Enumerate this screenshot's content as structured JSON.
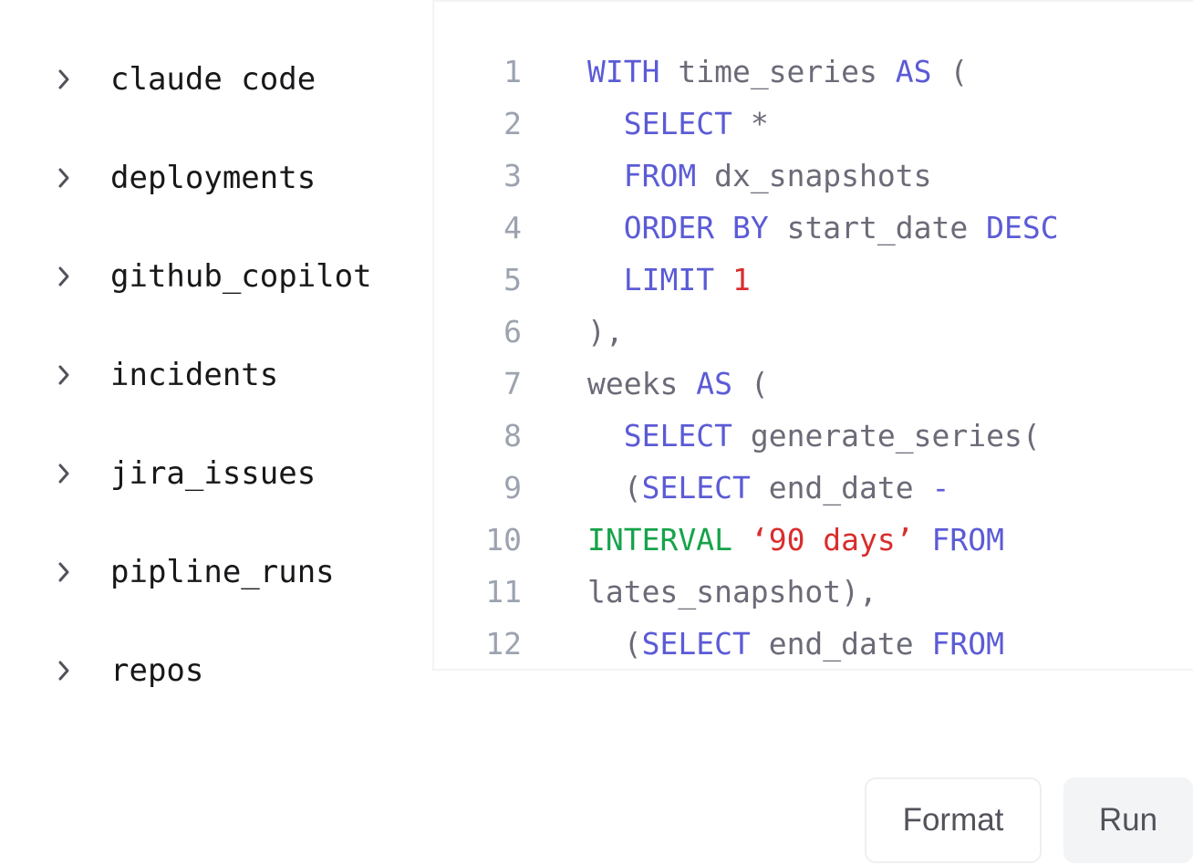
{
  "sidebar": {
    "items": [
      {
        "label": "claude code"
      },
      {
        "label": "deployments"
      },
      {
        "label": "github_copilot"
      },
      {
        "label": "incidents"
      },
      {
        "label": "jira_issues"
      },
      {
        "label": "pipline_runs"
      },
      {
        "label": "repos"
      }
    ]
  },
  "editor": {
    "lines": [
      {
        "n": "1",
        "tokens": [
          {
            "t": "WITH",
            "c": "kw"
          },
          {
            "t": " time_series ",
            "c": "plain"
          },
          {
            "t": "AS",
            "c": "kw"
          },
          {
            "t": " (",
            "c": "plain"
          }
        ]
      },
      {
        "n": "2",
        "tokens": [
          {
            "t": "  ",
            "c": "plain"
          },
          {
            "t": "SELECT",
            "c": "kw"
          },
          {
            "t": " *",
            "c": "plain"
          }
        ]
      },
      {
        "n": "3",
        "tokens": [
          {
            "t": "  ",
            "c": "plain"
          },
          {
            "t": "FROM",
            "c": "kw"
          },
          {
            "t": " dx_snapshots",
            "c": "plain"
          }
        ]
      },
      {
        "n": "4",
        "tokens": [
          {
            "t": "  ",
            "c": "plain"
          },
          {
            "t": "ORDER BY",
            "c": "kw"
          },
          {
            "t": " start_date ",
            "c": "plain"
          },
          {
            "t": "DESC",
            "c": "kw"
          }
        ]
      },
      {
        "n": "5",
        "tokens": [
          {
            "t": "  ",
            "c": "plain"
          },
          {
            "t": "LIMIT",
            "c": "kw"
          },
          {
            "t": " ",
            "c": "plain"
          },
          {
            "t": "1",
            "c": "num"
          }
        ]
      },
      {
        "n": "6",
        "tokens": [
          {
            "t": "),",
            "c": "plain"
          }
        ]
      },
      {
        "n": "7",
        "tokens": [
          {
            "t": "weeks ",
            "c": "plain"
          },
          {
            "t": "AS",
            "c": "kw"
          },
          {
            "t": " (",
            "c": "plain"
          }
        ]
      },
      {
        "n": "8",
        "tokens": [
          {
            "t": "  ",
            "c": "plain"
          },
          {
            "t": "SELECT",
            "c": "kw"
          },
          {
            "t": " generate_series(",
            "c": "plain"
          }
        ]
      },
      {
        "n": "9",
        "tokens": [
          {
            "t": "  (",
            "c": "plain"
          },
          {
            "t": "SELECT",
            "c": "kw"
          },
          {
            "t": " end_date ",
            "c": "plain"
          },
          {
            "t": "-",
            "c": "kw"
          }
        ]
      },
      {
        "n": "10",
        "tokens": [
          {
            "t": "INTERVAL",
            "c": "fn"
          },
          {
            "t": " ",
            "c": "plain"
          },
          {
            "t": "‘90 days’",
            "c": "str"
          },
          {
            "t": " ",
            "c": "plain"
          },
          {
            "t": "FROM",
            "c": "kw"
          }
        ]
      },
      {
        "n": "11",
        "tokens": [
          {
            "t": "lates_snapshot),",
            "c": "plain"
          }
        ]
      },
      {
        "n": "12",
        "tokens": [
          {
            "t": "  (",
            "c": "plain"
          },
          {
            "t": "SELECT",
            "c": "kw"
          },
          {
            "t": " end_date ",
            "c": "plain"
          },
          {
            "t": "FROM",
            "c": "kw"
          }
        ]
      }
    ]
  },
  "actions": {
    "format_label": "Format",
    "run_label": "Run"
  },
  "colors": {
    "keyword": "#5b5bd6",
    "number": "#d92d2d",
    "string": "#d92d2d",
    "function": "#16a34a",
    "text": "#6b6b78",
    "line_number": "#9ca3af"
  }
}
